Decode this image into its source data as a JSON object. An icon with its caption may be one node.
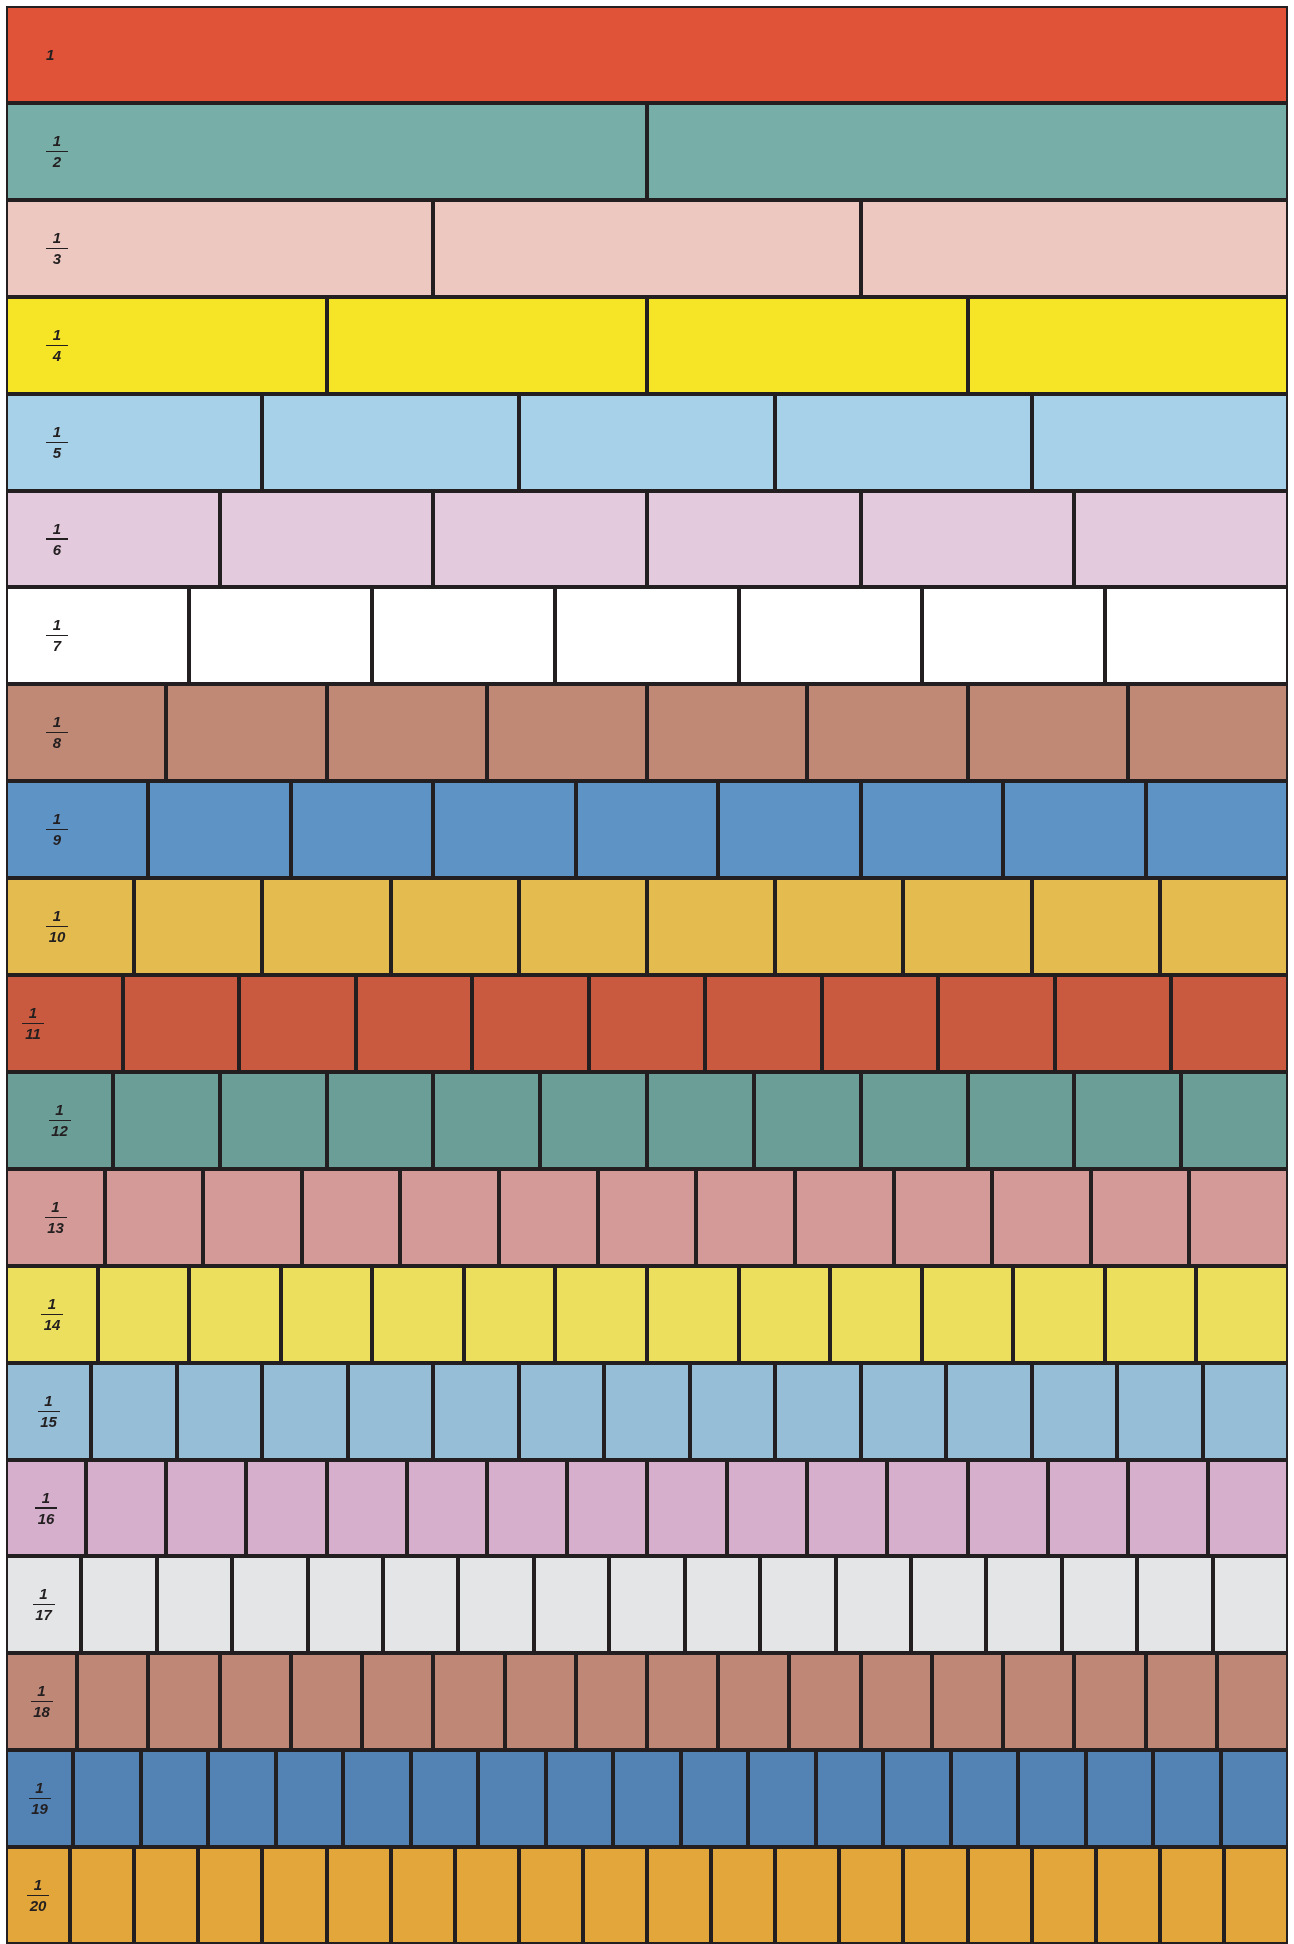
{
  "diagram": {
    "nodes": [
      {
        "text": [
          "1"
        ]
      },
      {
        "text": [
          "1",
          "2"
        ]
      },
      {
        "text": [],
        "shape": "box"
      },
      {
        "text": [
          "1",
          "3"
        ]
      },
      {
        "text": [],
        "shape": "box"
      },
      {
        "text": [],
        "shape": "box"
      },
      {
        "text": [
          "1",
          "4"
        ]
      },
      {
        "text": [],
        "shape": "box"
      },
      {
        "text": [],
        "shape": "box"
      },
      {
        "text": [],
        "shape": "box"
      },
      {
        "text": [
          "1",
          "5"
        ]
      },
      {
        "text": [],
        "shape": "box"
      },
      {
        "text": [],
        "shape": "box"
      },
      {
        "text": [],
        "shape": "box"
      },
      {
        "text": [],
        "shape": "box"
      },
      {
        "text": [
          "1",
          "6"
        ]
      },
      {
        "text": [],
        "shape": "box"
      },
      {
        "text": [],
        "shape": "box"
      },
      {
        "text": [],
        "shape": "box"
      },
      {
        "text": [],
        "shape": "box"
      },
      {
        "text": [],
        "shape": "box"
      },
      {
        "text": [
          "1",
          "7"
        ]
      },
      {
        "text": [],
        "shape": "box"
      },
      {
        "text": [],
        "shape": "box"
      },
      {
        "text": [],
        "shape": "box"
      },
      {
        "text": [],
        "shape": "box"
      },
      {
        "text": [],
        "shape": "box"
      },
      {
        "text": [],
        "shape": "box"
      },
      {
        "text": [
          "1",
          "8"
        ]
      },
      {
        "text": [],
        "shape": "box"
      },
      {
        "text": [],
        "shape": "box"
      },
      {
        "text": [],
        "shape": "box"
      },
      {
        "text": [],
        "shape": "box"
      },
      {
        "text": [],
        "shape": "box"
      },
      {
        "text": [],
        "shape": "box"
      },
      {
        "text": [],
        "shape": "box"
      },
      {
        "text": [
          "1",
          "9"
        ]
      },
      {
        "text": [],
        "shape": "box"
      },
      {
        "text": [],
        "shape": "box"
      },
      {
        "text": [],
        "shape": "box"
      },
      {
        "text": [],
        "shape": "box"
      },
      {
        "text": [],
        "shape": "box"
      },
      {
        "text": [],
        "shape": "box"
      },
      {
        "text": [],
        "shape": "box"
      },
      {
        "text": [],
        "shape": "box"
      },
      {
        "text": [
          "1",
          "10"
        ]
      },
      {
        "text": [],
        "shape": "box"
      },
      {
        "text": [],
        "shape": "box"
      },
      {
        "text": [],
        "shape": "box"
      },
      {
        "text": [],
        "shape": "box"
      },
      {
        "text": [],
        "shape": "box"
      },
      {
        "text": [],
        "shape": "box"
      },
      {
        "text": [],
        "shape": "box"
      },
      {
        "text": [],
        "shape": "box"
      },
      {
        "text": [],
        "shape": "box"
      },
      {
        "text": [
          "1",
          "11"
        ]
      },
      {
        "text": [],
        "shape": "box"
      },
      {
        "text": [],
        "shape": "box"
      },
      {
        "text": [],
        "shape": "box"
      },
      {
        "text": [],
        "shape": "box"
      },
      {
        "text": [],
        "shape": "box"
      },
      {
        "text": [],
        "shape": "box"
      },
      {
        "text": [],
        "shape": "box"
      },
      {
        "text": [],
        "shape": "box"
      },
      {
        "text": [],
        "shape": "box"
      },
      {
        "text": [],
        "shape": "box"
      },
      {
        "text": [
          "1",
          "12"
        ]
      },
      {
        "text": [],
        "shape": "box"
      },
      {
        "text": [],
        "shape": "box"
      },
      {
        "text": [],
        "shape": "box"
      },
      {
        "text": [],
        "shape": "box"
      },
      {
        "text": [],
        "shape": "box"
      },
      {
        "text": [],
        "shape": "box"
      },
      {
        "text": [],
        "shape": "box"
      },
      {
        "text": [],
        "shape": "box"
      },
      {
        "text": [],
        "shape": "box"
      },
      {
        "text": [],
        "shape": "box"
      },
      {
        "text": [],
        "shape": "box"
      },
      {
        "text": [
          "1",
          "13"
        ]
      },
      {
        "text": [],
        "shape": "box"
      },
      {
        "text": [],
        "shape": "box"
      },
      {
        "text": [],
        "shape": "box"
      },
      {
        "text": [],
        "shape": "box"
      },
      {
        "text": [],
        "shape": "box"
      },
      {
        "text": [],
        "shape": "box"
      },
      {
        "text": [],
        "shape": "box"
      },
      {
        "text": [],
        "shape": "box"
      },
      {
        "text": [],
        "shape": "box"
      },
      {
        "text": [],
        "shape": "box"
      },
      {
        "text": [],
        "shape": "box"
      },
      {
        "text": [],
        "shape": "box"
      },
      {
        "text": [
          "1",
          "14"
        ]
      },
      {
        "text": [],
        "shape": "box"
      },
      {
        "text": [],
        "shape": "box"
      },
      {
        "text": [],
        "shape": "box"
      },
      {
        "text": [],
        "shape": "box"
      },
      {
        "text": [],
        "shape": "box"
      },
      {
        "text": [],
        "shape": "box"
      },
      {
        "text": [],
        "shape": "box"
      },
      {
        "text": [],
        "shape": "box"
      },
      {
        "text": [],
        "shape": "box"
      },
      {
        "text": [],
        "shape": "box"
      },
      {
        "text": [],
        "shape": "box"
      },
      {
        "text": [],
        "shape": "box"
      },
      {
        "text": [],
        "shape": "box"
      },
      {
        "text": [
          "1",
          "15"
        ]
      },
      {
        "text": [],
        "shape": "box"
      },
      {
        "text": [],
        "shape": "box"
      },
      {
        "text": [],
        "shape": "box"
      },
      {
        "text": [],
        "shape": "box"
      },
      {
        "text": [],
        "shape": "box"
      },
      {
        "text": [],
        "shape": "box"
      },
      {
        "text": [],
        "shape": "box"
      },
      {
        "text": [],
        "shape": "box"
      },
      {
        "text": [],
        "shape": "box"
      },
      {
        "text": [],
        "shape": "box"
      },
      {
        "text": [],
        "shape": "box"
      },
      {
        "text": [],
        "shape": "box"
      },
      {
        "text": [],
        "shape": "box"
      },
      {
        "text": [],
        "shape": "box"
      },
      {
        "text": [
          "1",
          "16"
        ]
      },
      {
        "text": [],
        "shape": "box"
      },
      {
        "text": [],
        "shape": "box"
      },
      {
        "text": [],
        "shape": "box"
      },
      {
        "text": [],
        "shape": "box"
      },
      {
        "text": [],
        "shape": "box"
      },
      {
        "text": [],
        "shape": "box"
      },
      {
        "text": [],
        "shape": "box"
      },
      {
        "text": [],
        "shape": "box"
      },
      {
        "text": [],
        "shape": "box"
      },
      {
        "text": [],
        "shape": "box"
      },
      {
        "text": [],
        "shape": "box"
      },
      {
        "text": [],
        "shape": "box"
      },
      {
        "text": [],
        "shape": "box"
      },
      {
        "text": [],
        "shape": "box"
      },
      {
        "text": [],
        "shape": "box"
      },
      {
        "text": [
          "1",
          "17"
        ]
      },
      {
        "text": [],
        "shape": "box"
      },
      {
        "text": [],
        "shape": "box"
      },
      {
        "text": [],
        "shape": "box"
      },
      {
        "text": [],
        "shape": "box"
      },
      {
        "text": [],
        "shape": "box"
      },
      {
        "text": [],
        "shape": "box"
      },
      {
        "text": [],
        "shape": "box"
      },
      {
        "text": [],
        "shape": "box"
      },
      {
        "text": [],
        "shape": "box"
      },
      {
        "text": [],
        "shape": "box"
      },
      {
        "text": [],
        "shape": "box"
      },
      {
        "text": [],
        "shape": "box"
      },
      {
        "text": [],
        "shape": "box"
      },
      {
        "text": [],
        "shape": "box"
      },
      {
        "text": [],
        "shape": "box"
      },
      {
        "text": [],
        "shape": "box"
      },
      {
        "text": [
          "1",
          "18"
        ]
      },
      {
        "text": [],
        "shape": "box"
      },
      {
        "text": [],
        "shape": "box"
      },
      {
        "text": [],
        "shape": "box"
      },
      {
        "text": [],
        "shape": "box"
      },
      {
        "text": [],
        "shape": "box"
      },
      {
        "text": [],
        "shape": "box"
      },
      {
        "text": [],
        "shape": "box"
      },
      {
        "text": [],
        "shape": "box"
      },
      {
        "text": [],
        "shape": "box"
      },
      {
        "text": [],
        "shape": "box"
      },
      {
        "text": [],
        "shape": "box"
      },
      {
        "text": [],
        "shape": "box"
      },
      {
        "text": [],
        "shape": "box"
      },
      {
        "text": [],
        "shape": "box"
      },
      {
        "text": [],
        "shape": "box"
      },
      {
        "text": [],
        "shape": "box"
      },
      {
        "text": [],
        "shape": "box"
      },
      {
        "text": [
          "1",
          "19"
        ]
      },
      {
        "text": [],
        "shape": "box"
      },
      {
        "text": [],
        "shape": "box"
      },
      {
        "text": [],
        "shape": "box"
      },
      {
        "text": [],
        "shape": "box"
      },
      {
        "text": [],
        "shape": "box"
      },
      {
        "text": [],
        "shape": "box"
      },
      {
        "text": [],
        "shape": "box"
      },
      {
        "text": [],
        "shape": "box"
      },
      {
        "text": [],
        "shape": "box"
      },
      {
        "text": [],
        "shape": "box"
      },
      {
        "text": [],
        "shape": "box"
      },
      {
        "text": [],
        "shape": "box"
      },
      {
        "text": [],
        "shape": "box"
      },
      {
        "text": [],
        "shape": "box"
      },
      {
        "text": [],
        "shape": "box"
      },
      {
        "text": [],
        "shape": "box"
      },
      {
        "text": [],
        "shape": "box"
      },
      {
        "text": [],
        "shape": "box"
      },
      {
        "text": [
          "1",
          "20"
        ]
      },
      {
        "text": [],
        "shape": "box"
      },
      {
        "text": [],
        "shape": "box"
      },
      {
        "text": [],
        "shape": "box"
      },
      {
        "text": [],
        "shape": "box"
      },
      {
        "text": [],
        "shape": "box"
      },
      {
        "text": [],
        "shape": "box"
      },
      {
        "text": [],
        "shape": "box"
      },
      {
        "text": [],
        "shape": "box"
      },
      {
        "text": [],
        "shape": "box"
      },
      {
        "text": [],
        "shape": "box"
      },
      {
        "text": [],
        "shape": "box"
      },
      {
        "text": [],
        "shape": "box"
      },
      {
        "text": [],
        "shape": "box"
      },
      {
        "text": [],
        "shape": "box"
      },
      {
        "text": [],
        "shape": "box"
      },
      {
        "text": [],
        "shape": "box"
      },
      {
        "text": [],
        "shape": "box"
      },
      {
        "text": [],
        "shape": "box"
      },
      {
        "text": [],
        "shape": "box"
      }
    ]
  }
}
